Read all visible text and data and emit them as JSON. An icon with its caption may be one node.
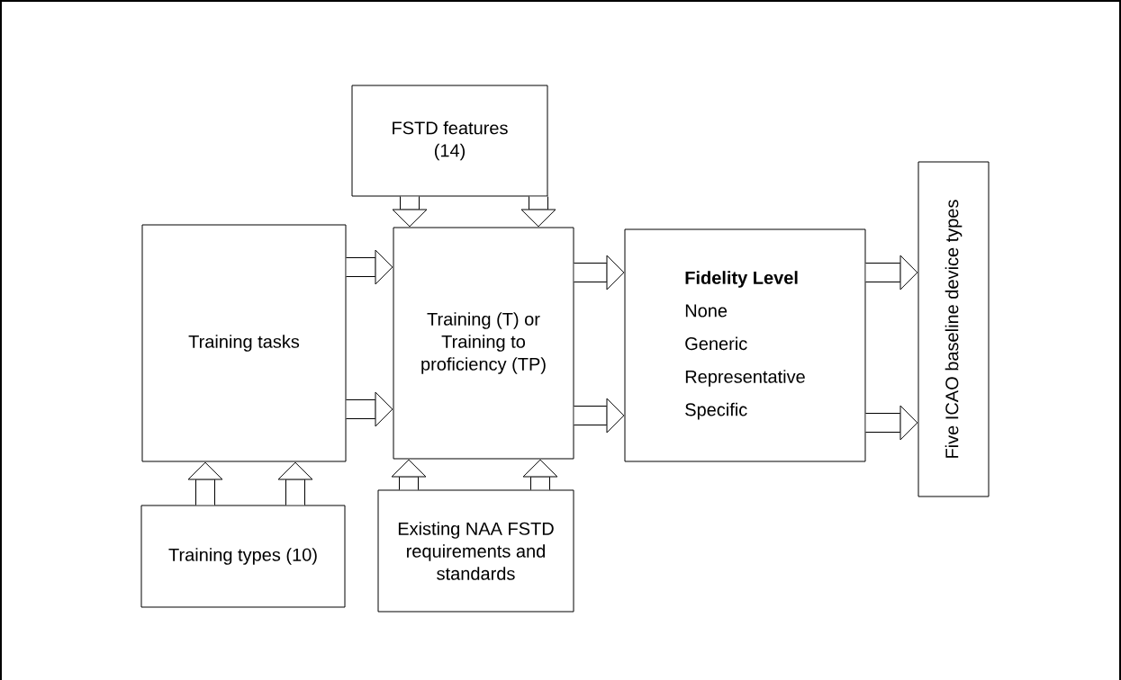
{
  "diagram": {
    "nodes": [
      {
        "text": [
          "FSTD features (14)"
        ]
      },
      {
        "text": [
          "Training tasks"
        ]
      },
      {
        "text": [
          "Training (T) or Training to proficiency (TP)"
        ]
      },
      {
        "text": [
          "Fidelity Level",
          "None",
          "Generic",
          "Representative",
          "Specific"
        ]
      },
      {
        "text": [
          "Five ICAO baseline device types"
        ]
      },
      {
        "text": [
          "Training types (10)"
        ]
      },
      {
        "text": [
          "Existing NAA FSTD requirements and standards"
        ]
      }
    ],
    "edges": [
      {
        "from": 0,
        "to": 2,
        "arrow": "to"
      },
      {
        "from": 0,
        "to": 2,
        "arrow": "to"
      },
      {
        "from": 1,
        "to": 2,
        "arrow": "to"
      },
      {
        "from": 1,
        "to": 2,
        "arrow": "to"
      },
      {
        "from": 2,
        "to": 3,
        "arrow": "to"
      },
      {
        "from": 2,
        "to": 3,
        "arrow": "to"
      },
      {
        "from": 3,
        "to": 4,
        "arrow": "to"
      },
      {
        "from": 3,
        "to": 4,
        "arrow": "to"
      },
      {
        "from": 5,
        "to": 1,
        "arrow": "to"
      },
      {
        "from": 5,
        "to": 1,
        "arrow": "to"
      },
      {
        "from": 6,
        "to": 2,
        "arrow": "to"
      },
      {
        "from": 6,
        "to": 2,
        "arrow": "to"
      }
    ]
  }
}
